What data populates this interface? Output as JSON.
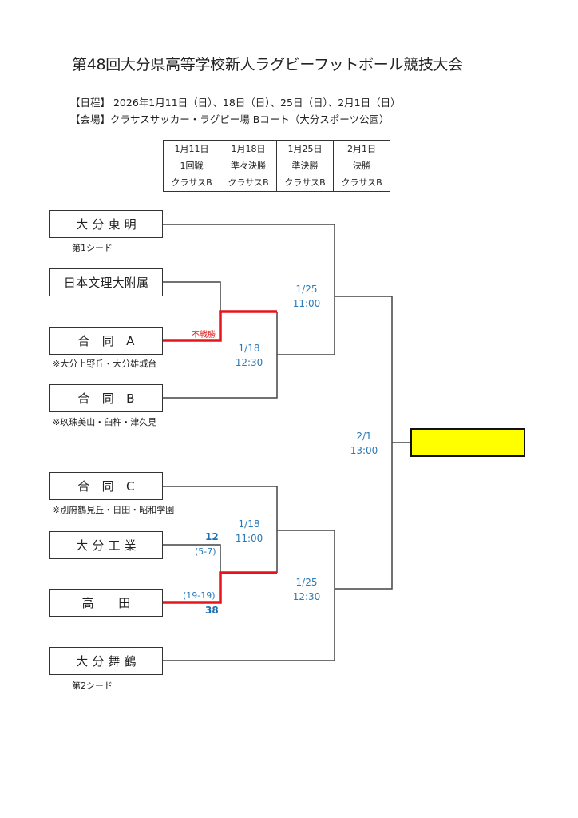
{
  "title": "第48回大分県高等学校新人ラグビーフットボール競技大会",
  "info": {
    "schedule": "【日程】 2026年1月11日（日）、18日（日）、25日（日）、2月1日（日）",
    "venue": "【会場】クラサスサッカー・ラグビー場 Bコート（大分スポーツ公園）"
  },
  "schedule_table": [
    {
      "date": "1月11日",
      "round": "1回戦",
      "venue": "クラサスB"
    },
    {
      "date": "1月18日",
      "round": "準々決勝",
      "venue": "クラサスB"
    },
    {
      "date": "1月25日",
      "round": "準決勝",
      "venue": "クラサスB"
    },
    {
      "date": "2月1日",
      "round": "決勝",
      "venue": "クラサスB"
    }
  ],
  "teams": [
    {
      "name": "大 分 東 明",
      "note": "第1シード"
    },
    {
      "name": "日本文理大附属",
      "note": ""
    },
    {
      "name": "合　同　A",
      "note": "※大分上野丘・大分雄城台"
    },
    {
      "name": "合　同　B",
      "note": "※玖珠美山・臼杵・津久見"
    },
    {
      "name": "合　同　C",
      "note": "※別府鶴見丘・日田・昭和学園"
    },
    {
      "name": "大 分 工 業",
      "note": ""
    },
    {
      "name": "高　　田",
      "note": ""
    },
    {
      "name": "大 分 舞 鶴",
      "note": "第2シード"
    }
  ],
  "matches": {
    "qf1": {
      "date": "1/18",
      "time": "12:30",
      "result": "不戦勝"
    },
    "qf2": {
      "date": "1/18",
      "time": "11:00",
      "score_top": "12",
      "sub_top": "(5-7)",
      "sub_bottom": "(19-19)",
      "score_bottom": "38"
    },
    "sf1": {
      "date": "1/25",
      "time": "11:00"
    },
    "sf2": {
      "date": "1/25",
      "time": "12:30"
    },
    "final": {
      "date": "2/1",
      "time": "13:00"
    }
  },
  "colors": {
    "winner_line": "#e8141c",
    "match_text": "#2a7ab8",
    "champion_box": "#ffff00"
  }
}
